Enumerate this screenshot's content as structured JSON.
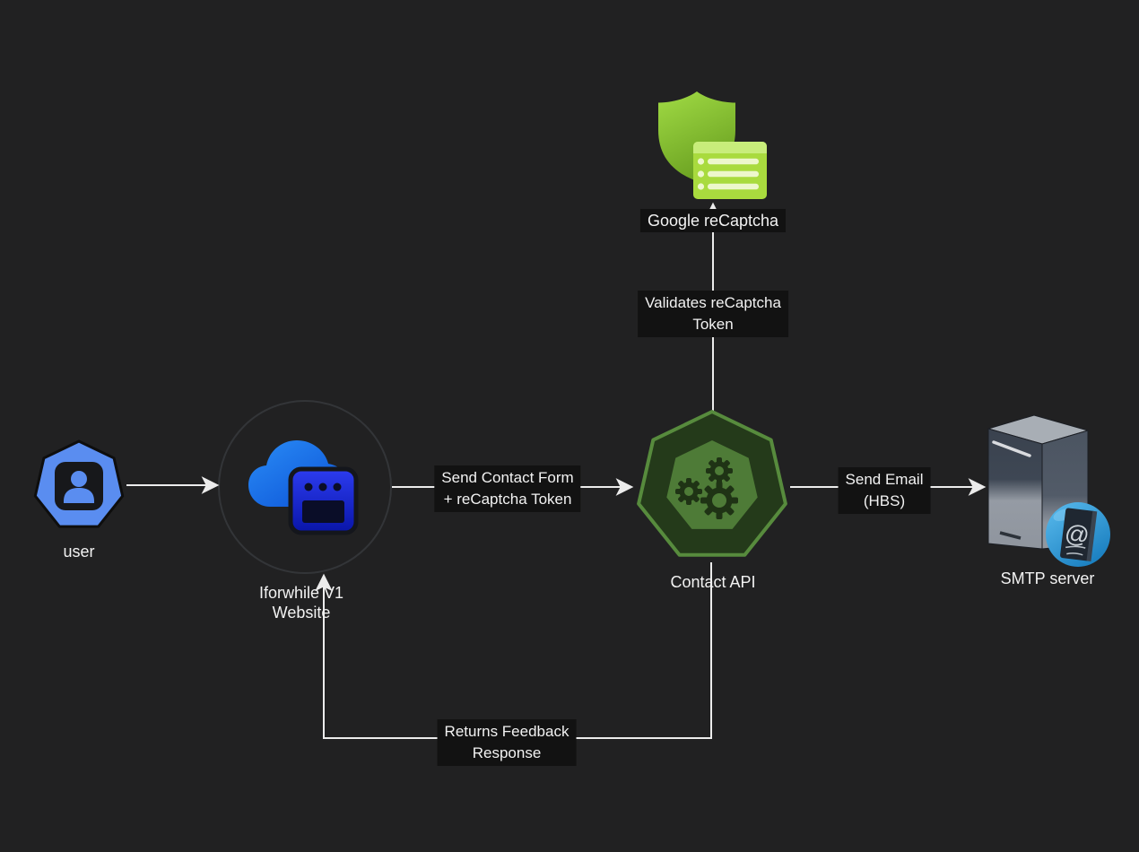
{
  "canvas": {
    "background": "#212122"
  },
  "colors": {
    "connector": "#ececec",
    "label_text": "#f2f2f2",
    "label_bg": "#121212",
    "user_blue": "#5a8df0",
    "cloud_blue_top": "#2a8cf6",
    "cloud_blue_bottom": "#0a4fd4",
    "browser_blue_top": "#2c3cf0",
    "browser_blue_bottom": "#0915a8",
    "browser_detail_dark": "#0a0d28",
    "api_border_green": "#578b3d",
    "api_fill_dark": "#243a1a",
    "api_inner_green": "#4e7b37",
    "gear_dark": "#1f3315",
    "shield_green_top": "#9dd742",
    "shield_green_bottom": "#699f20",
    "panel_green": "#a9db3e",
    "panel_bar_green": "#c8ed7b",
    "panel_row_light": "#edf7cc",
    "server_dark": "#3a424e",
    "server_light": "#959ba4",
    "badge_blue": "#2f9ddb"
  },
  "nodes": {
    "user": {
      "label": "user"
    },
    "website": {
      "label_line1": "Iforwhile V1",
      "label_line2": "Website"
    },
    "contact_api": {
      "label": "Contact API"
    },
    "google_recaptcha": {
      "label": "Google reCaptcha"
    },
    "smtp_server": {
      "label": "SMTP server"
    }
  },
  "edges": {
    "website_to_api": {
      "line1": "Send Contact Form",
      "line2": "+ reCaptcha Token"
    },
    "api_to_recaptcha": {
      "line1": "Validates reCaptcha",
      "line2": "Token"
    },
    "api_to_smtp": {
      "line1": "Send Email",
      "line2": "(HBS)"
    },
    "api_to_website": {
      "line1": "Returns Feedback",
      "line2": "Response"
    }
  }
}
